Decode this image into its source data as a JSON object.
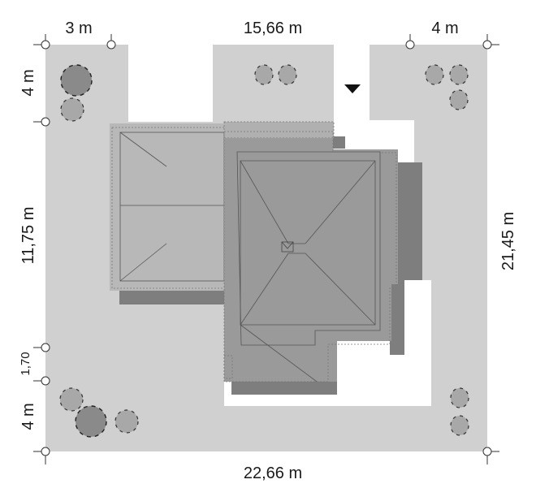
{
  "dimensions": {
    "top_left": "3 m",
    "top_middle": "15,66 m",
    "top_right": "4 m",
    "left_top": "4 m",
    "left_middle": "11,75 m",
    "left_small": "1,70",
    "left_bottom": "4 m",
    "right": "21,45 m",
    "bottom": "22,66 m"
  },
  "colors": {
    "plot": "#d0d0d0",
    "house_main": "#9a9a9a",
    "house_wing": "#b8b8b8",
    "shadow": "#7e7e7e"
  },
  "entrance_marker": "arrow-down-icon"
}
